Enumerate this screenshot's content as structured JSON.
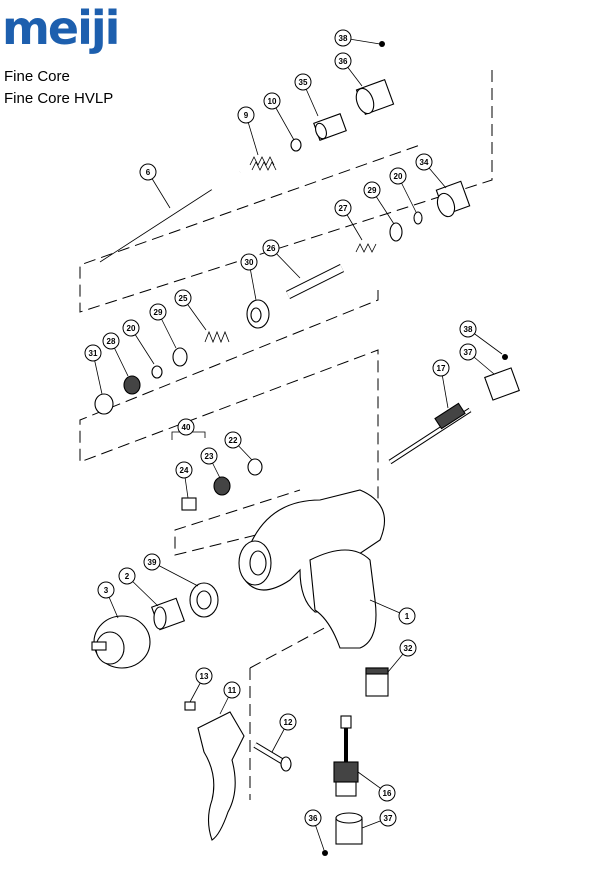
{
  "brand": {
    "logo_text": "meiji",
    "logo_color": "#1d5fae"
  },
  "products": [
    "Fine Core",
    "Fine Core HVLP"
  ],
  "callouts": [
    "38",
    "36",
    "35",
    "10",
    "9",
    "6",
    "34",
    "20",
    "29",
    "27",
    "30",
    "26",
    "25",
    "29",
    "20",
    "28",
    "31",
    "38",
    "37",
    "17",
    "40",
    "22",
    "23",
    "24",
    "39",
    "2",
    "3",
    "1",
    "32",
    "13",
    "11",
    "12",
    "16",
    "36",
    "37"
  ]
}
